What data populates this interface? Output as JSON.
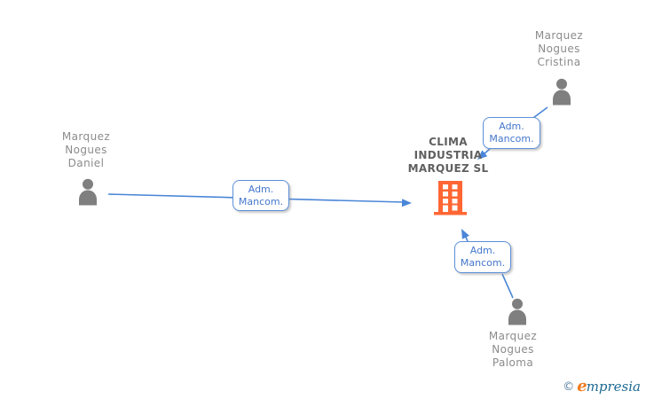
{
  "diagram": {
    "company": {
      "name_lines": [
        "CLIMA",
        "INDUSTRIA",
        "MARQUEZ SL"
      ],
      "icon": "building-icon",
      "icon_color": "#FF6633"
    },
    "persons": [
      {
        "name_lines": [
          "Marquez",
          "Nogues",
          "Daniel"
        ]
      },
      {
        "name_lines": [
          "Marquez",
          "Nogues",
          "Cristina"
        ]
      },
      {
        "name_lines": [
          "Marquez",
          "Nogues",
          "Paloma"
        ]
      }
    ],
    "relationships": [
      {
        "from": "Marquez Nogues Daniel",
        "to": "CLIMA INDUSTRIA MARQUEZ SL",
        "label_lines": [
          "Adm.",
          "Mancom."
        ]
      },
      {
        "from": "Marquez Nogues Cristina",
        "to": "CLIMA INDUSTRIA MARQUEZ SL",
        "label_lines": [
          "Adm.",
          "Mancom."
        ]
      },
      {
        "from": "Marquez Nogues Paloma",
        "to": "CLIMA INDUSTRIA MARQUEZ SL",
        "label_lines": [
          "Adm.",
          "Mancom."
        ]
      }
    ],
    "colors": {
      "connector": "#4A86D8",
      "label_box_border": "#5B8FD9",
      "label_box_text": "#4477CC",
      "person_icon": "#7F7F7F",
      "person_name_text": "#8C8C8C",
      "company_name_text": "#606060",
      "building": "#FF6633"
    }
  },
  "footer": {
    "copyright": "©",
    "brand_first_letter": "e",
    "brand_rest": "mpresia"
  }
}
